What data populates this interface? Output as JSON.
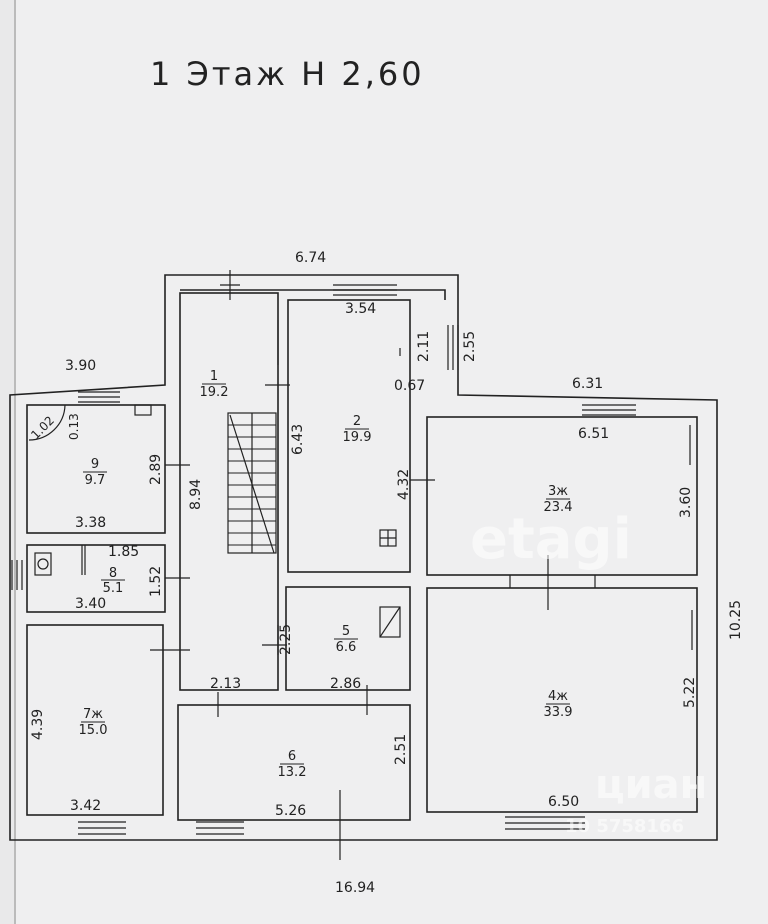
{
  "title": "1 Этаж Н 2,60",
  "rooms": [
    {
      "num": "1",
      "area": "19.2"
    },
    {
      "num": "2",
      "area": "19.9"
    },
    {
      "num": "3ж",
      "area": "23.4"
    },
    {
      "num": "4ж",
      "area": "33.9"
    },
    {
      "num": "5",
      "area": "6.6"
    },
    {
      "num": "6",
      "area": "13.2"
    },
    {
      "num": "7ж",
      "area": "15.0"
    },
    {
      "num": "8",
      "area": "5.1"
    },
    {
      "num": "9",
      "area": "9.7"
    }
  ],
  "dimensions": {
    "top_total": "6.74",
    "r2_top": "3.54",
    "r2_side_a": "2.11",
    "r2_side_b": "2.55",
    "r2_step": "0.67",
    "left_wing": "3.90",
    "right_wing": "6.31",
    "r3_top": "6.51",
    "r3_side": "3.60",
    "r2_height": "6.43",
    "r2_lower": "4.32",
    "stair_height": "8.94",
    "r9_door": "1.02",
    "r9_small": "0.13",
    "r9_side": "2.89",
    "r9_bottom": "3.38",
    "r8_top": "1.85",
    "r8_bottom": "3.40",
    "r8_side": "1.52",
    "r5_side": "2.25",
    "r1_bottom": "2.13",
    "r5_bottom": "2.86",
    "total_height": "10.25",
    "r4_side": "5.22",
    "r7_side": "4.39",
    "r6_side": "2.51",
    "r7_bottom": "3.42",
    "r6_bottom": "5.26",
    "r4_bottom": "6.50",
    "bottom_total": "16.94"
  },
  "watermarks": {
    "etagi": "etagi",
    "cian": "циан",
    "cian_id": "10 5758166"
  }
}
